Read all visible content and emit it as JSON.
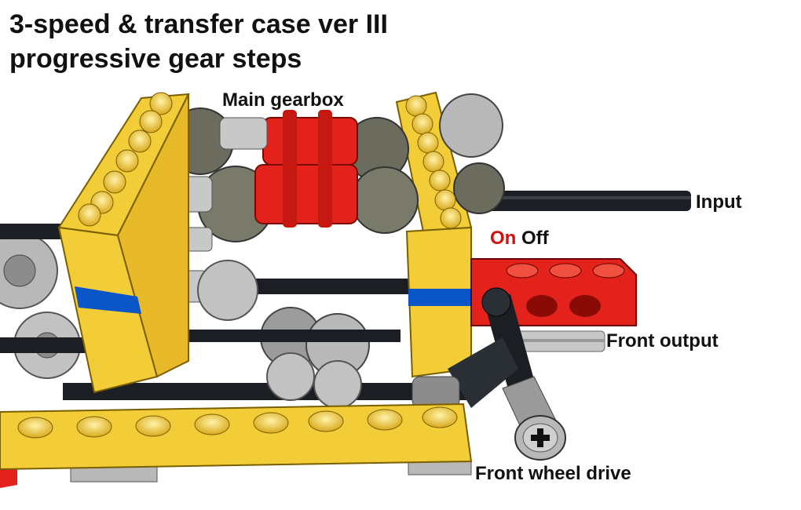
{
  "title": {
    "line1": "3-speed & transfer case ver III",
    "line2": "progressive gear steps"
  },
  "labels": {
    "main_gearbox": "Main gearbox",
    "input": "Input",
    "on": "On",
    "off": "Off",
    "front_output": "Front output",
    "front_wheel_drive": "Front wheel drive"
  },
  "colors": {
    "yellow": "#f2cd37",
    "red": "#e3221b",
    "blue": "#0a55c8",
    "dark_gray": "#6b6b5e",
    "light_gray": "#b8b8b8",
    "black": "#1b1f24",
    "on_red": "#d01010"
  }
}
